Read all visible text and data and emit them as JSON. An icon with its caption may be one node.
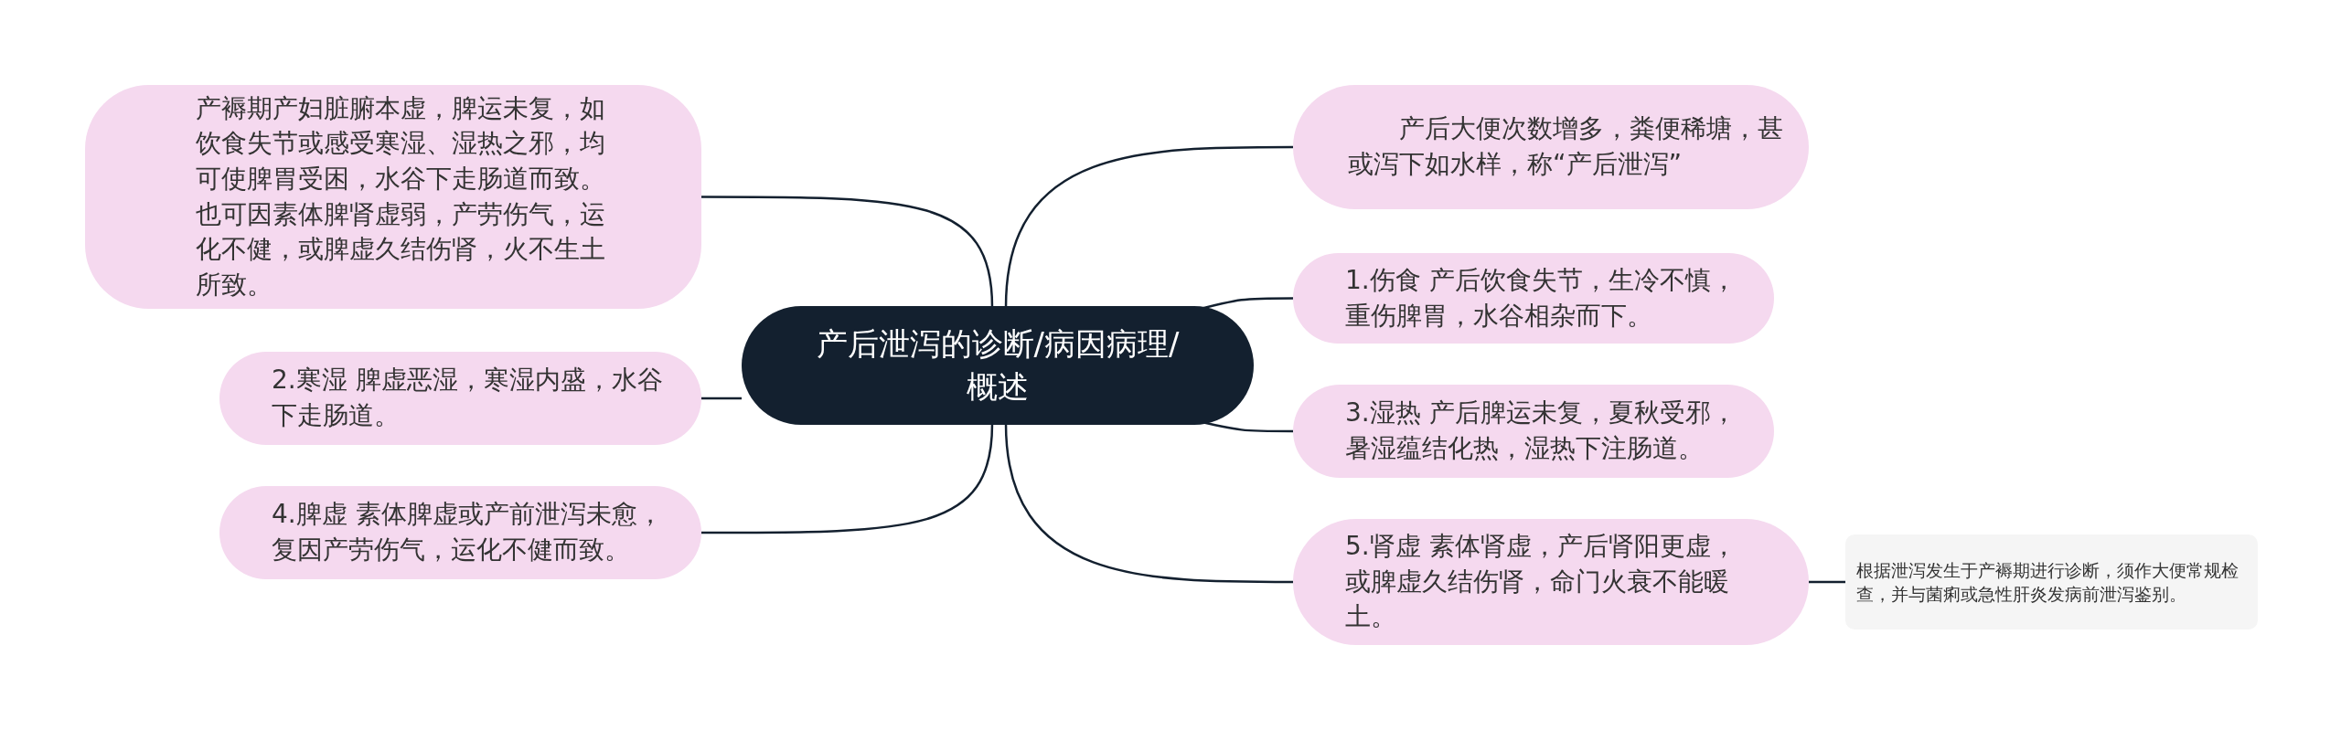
{
  "diagram": {
    "nodes": [
      {
        "text": [
          "产后泄泻的诊断/病因病理/概述"
        ]
      },
      {
        "text": [
          "产褥期产妇脏腑本虚，脾运未复，如饮食失节或感受寒湿、湿热之邪，均可使脾胃受困，水谷下走肠道而致。也可因素体脾肾虚弱，产劳伤气，运化不健，或脾虚久结伤肾，火不生土所致。"
        ]
      },
      {
        "text": [
          "2.寒湿 脾虚恶湿，寒湿内盛，水谷下走肠道。"
        ]
      },
      {
        "text": [
          "4.脾虚 素体脾虚或产前泄泻未愈，复因产劳伤气，运化不健而致。"
        ]
      },
      {
        "text": [
          "产后大便次数增多，粪便稀塘，甚或泻下如水样，称“产后泄泻”"
        ]
      },
      {
        "text": [
          "1.伤食 产后饮食失节，生冷不慎，重伤脾胃，水谷相杂而下。"
        ]
      },
      {
        "text": [
          "3.湿热 产后脾运未复，夏秋受邪，暑湿蕴结化热，湿热下注肠道。"
        ]
      },
      {
        "text": [
          "5.肾虚 素体肾虚，产后肾阳更虚，或脾虚久结伤肾，命门火衰不能暖土。"
        ]
      },
      {
        "text": [
          "根据泄泻发生于产褥期进行诊断，须作大便常规检查，并与菌痢或急性肝炎发病前泄泻鉴别。"
        ]
      }
    ],
    "edges": [
      {
        "from": 0,
        "to": 1,
        "arrow": "none"
      },
      {
        "from": 0,
        "to": 2,
        "arrow": "none"
      },
      {
        "from": 0,
        "to": 3,
        "arrow": "none"
      },
      {
        "from": 0,
        "to": 4,
        "arrow": "none"
      },
      {
        "from": 0,
        "to": 5,
        "arrow": "none"
      },
      {
        "from": 0,
        "to": 6,
        "arrow": "none"
      },
      {
        "from": 0,
        "to": 7,
        "arrow": "none"
      },
      {
        "from": 7,
        "to": 8,
        "arrow": "none"
      }
    ]
  }
}
